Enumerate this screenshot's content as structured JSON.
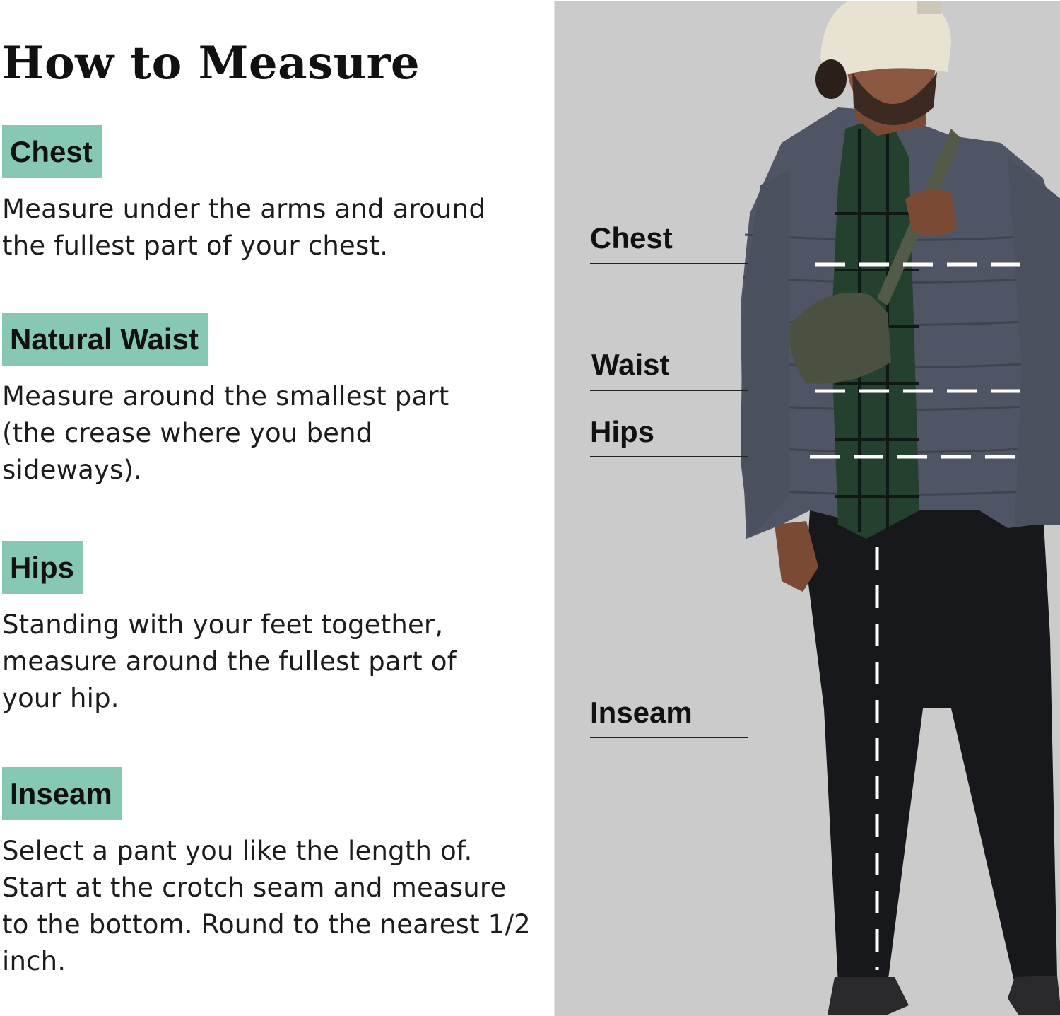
{
  "title": "How to Measure",
  "colors": {
    "tag_background": "#86c8b4",
    "photo_background": "#cbcbcc",
    "text": "#111111"
  },
  "sections": [
    {
      "label": "Chest",
      "description": "Measure under the arms and around the fullest part of your chest."
    },
    {
      "label": "Natural Waist",
      "description": "Measure around the smallest part (the crease where you bend sideways)."
    },
    {
      "label": "Hips",
      "description": "Standing with your feet together, measure around the fullest part of your hip."
    },
    {
      "label": "Inseam",
      "description": "Select a pant you like the length of. Start at the crotch seam and measure to the bottom. Round to the nearest 1/2 inch."
    }
  ],
  "diagram": {
    "labels": {
      "chest": "Chest",
      "waist": "Waist",
      "hips": "Hips",
      "inseam": "Inseam"
    },
    "figure_icon": "person-in-puffer-jacket-illustration"
  }
}
